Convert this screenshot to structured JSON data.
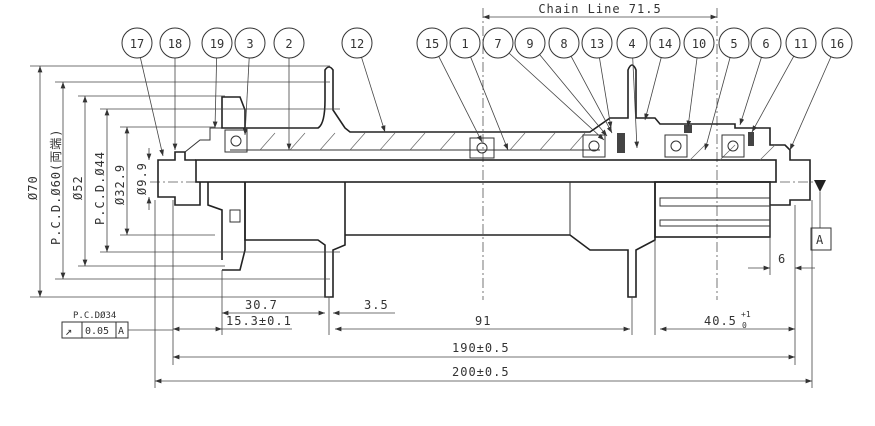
{
  "title": "Chain Line 71.5",
  "balloons": [
    "17",
    "18",
    "19",
    "3",
    "2",
    "12",
    "15",
    "1",
    "7",
    "9",
    "8",
    "13",
    "4",
    "14",
    "10",
    "5",
    "6",
    "11",
    "16"
  ],
  "diameters": {
    "d70": "Ø70",
    "d60": "P.C.D.Ø60(両端)",
    "d52": "Ø52",
    "d44": "P.C.D.Ø44",
    "d329": "Ø32.9",
    "d99": "Ø9.9"
  },
  "dims": {
    "d307": "30.7",
    "d35": "3.5",
    "d153": "15.3±0.1",
    "d91": "91",
    "d405": "40.5",
    "d405_upper": "+1",
    "d405_lower": "0",
    "d190": "190±0.5",
    "d200": "200±0.5",
    "d6": "6"
  },
  "tolerance": {
    "pcd": "P.C.DØ34",
    "symbol": "↗",
    "value": "0.05",
    "datum": "A"
  },
  "datum_label": "A"
}
